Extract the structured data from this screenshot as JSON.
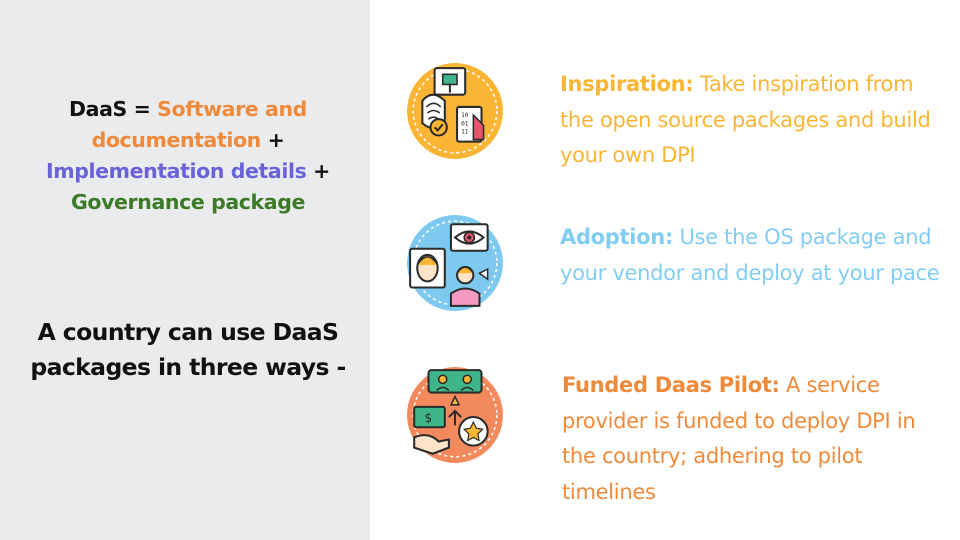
{
  "colors": {
    "left_panel_bg": "#eaebec",
    "software": "#ef8a3a",
    "implementation": "#6a62d8",
    "governance": "#3d7a28",
    "inspiration": "#fbb534",
    "adoption": "#82cdf3",
    "funded": "#ef8a3a"
  },
  "left": {
    "formula": {
      "daas_eq": "DaaS = ",
      "software": "Software and documentation",
      "plus1": " + ",
      "implementation": "Implementation details",
      "plus2": " + ",
      "governance": "Governance package"
    },
    "tagline": "A country can use DaaS packages in three ways -"
  },
  "ways": [
    {
      "icon": "biometric-fingerprint-icon",
      "heading": "Inspiration:",
      "body": " Take inspiration from the open source packages and build your own DPI"
    },
    {
      "icon": "face-eye-recognition-icon",
      "heading": "Adoption:",
      "body": " Use the OS package and your vendor and deploy at your pace"
    },
    {
      "icon": "funding-money-icon",
      "heading": "Funded Daas Pilot:",
      "body": " A service provider is funded to deploy DPI in the country; adhering to pilot timelines"
    }
  ]
}
